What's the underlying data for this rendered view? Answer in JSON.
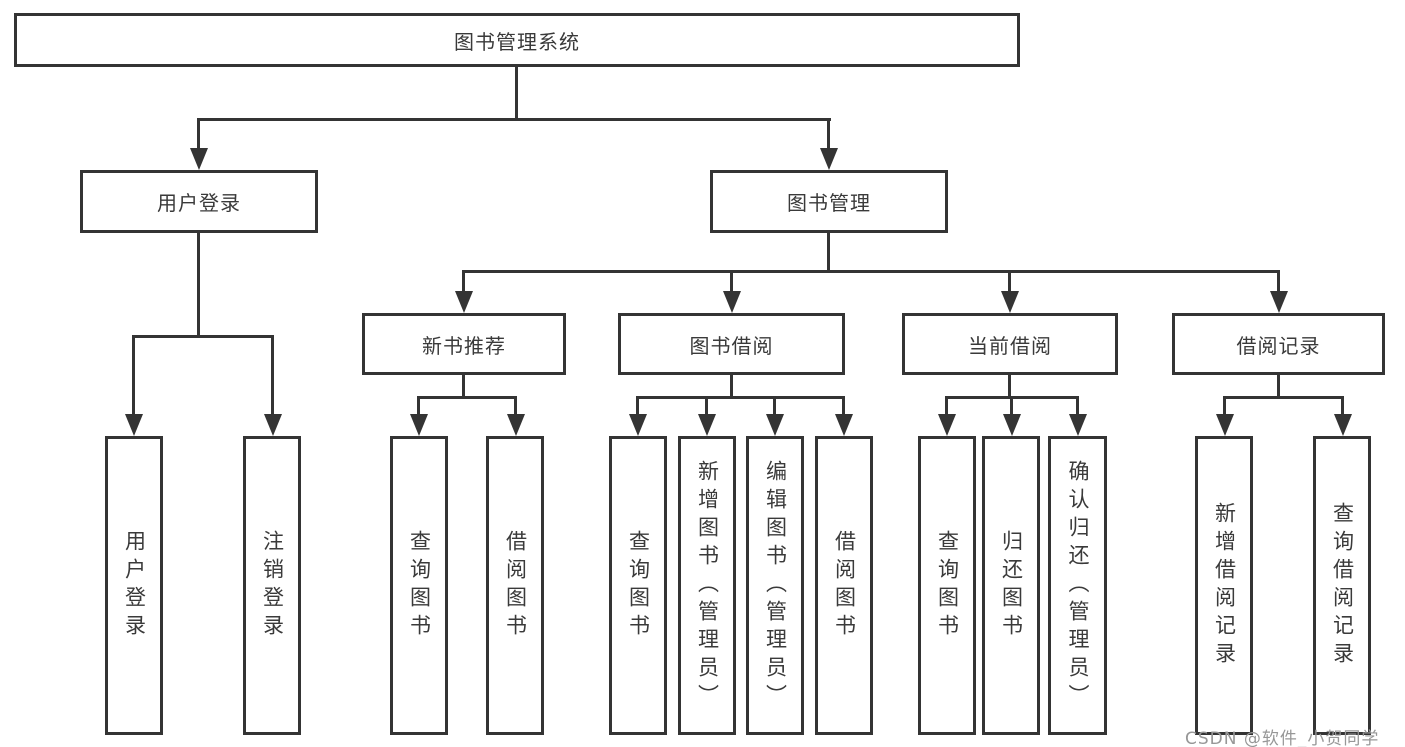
{
  "title": "图书管理系统",
  "watermark": "CSDN @软件_小贺同学",
  "colors": {
    "line": "#343434",
    "text": "#3a3a3a",
    "box_background": "#ffffff",
    "page_background": "#ffffff",
    "watermark": "#979797"
  },
  "tree": {
    "root": {
      "label": "图书管理系统"
    },
    "children": [
      {
        "label": "用户登录",
        "children": [
          {
            "label": "用户登录"
          },
          {
            "label": "注销登录"
          }
        ]
      },
      {
        "label": "图书管理",
        "children": [
          {
            "label": "新书推荐",
            "children": [
              {
                "label": "查询图书"
              },
              {
                "label": "借阅图书"
              }
            ]
          },
          {
            "label": "图书借阅",
            "children": [
              {
                "label": "查询图书"
              },
              {
                "label": "新增图书（管理员）"
              },
              {
                "label": "编辑图书（管理员）"
              },
              {
                "label": "借阅图书"
              }
            ]
          },
          {
            "label": "当前借阅",
            "children": [
              {
                "label": "查询图书"
              },
              {
                "label": "归还图书"
              },
              {
                "label": "确认归还（管理员）"
              }
            ]
          },
          {
            "label": "借阅记录",
            "children": [
              {
                "label": "新增借阅记录"
              },
              {
                "label": "查询借阅记录"
              }
            ]
          }
        ]
      }
    ]
  }
}
